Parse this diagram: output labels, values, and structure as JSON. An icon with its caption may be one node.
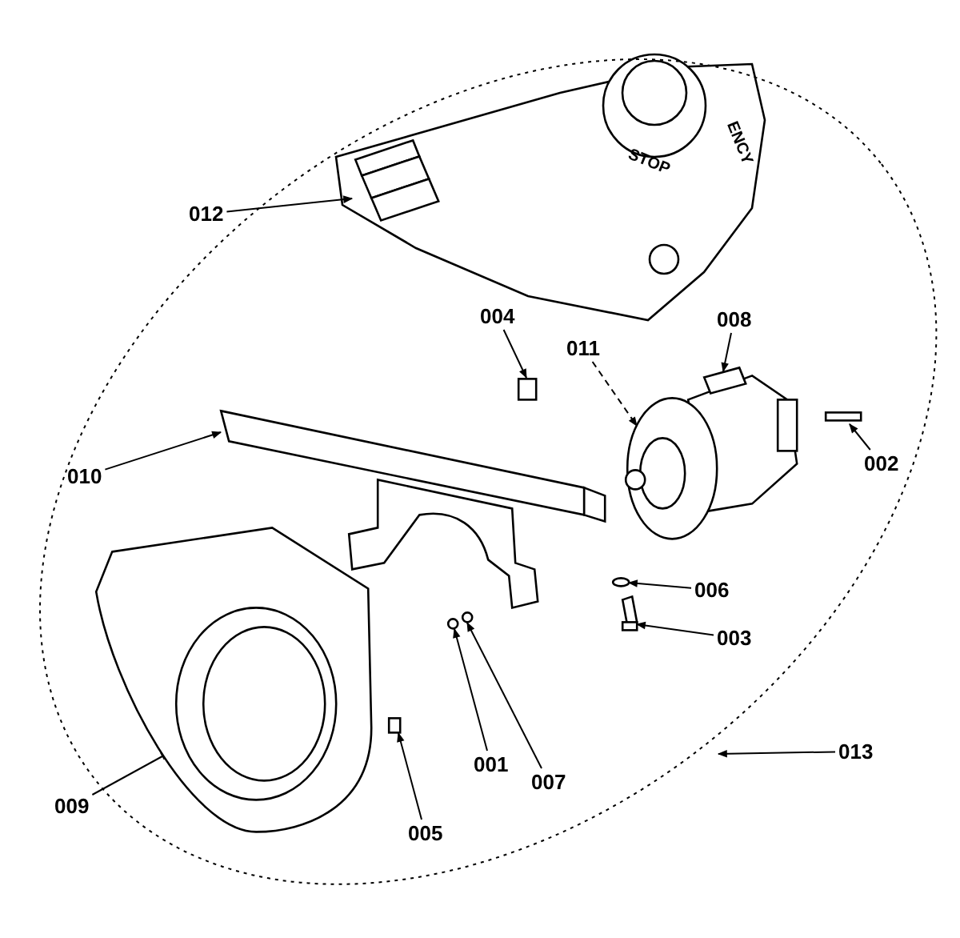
{
  "diagram": {
    "nodes": [
      {
        "text": [],
        "shape": "circle"
      },
      {
        "text": [
          "012"
        ]
      },
      {
        "text": [
          "008"
        ],
        "in": 0
      },
      {
        "text": [
          "004"
        ],
        "in": 0
      },
      {
        "text": [
          "011"
        ],
        "in": 0
      },
      {
        "text": [
          "002"
        ],
        "in": 0
      },
      {
        "text": [
          "010"
        ],
        "in": 0
      },
      {
        "text": [
          "006"
        ],
        "in": 0
      },
      {
        "text": [
          "003"
        ],
        "in": 0
      },
      {
        "text": [
          "013"
        ]
      },
      {
        "text": [
          "001"
        ],
        "in": 0
      },
      {
        "text": [
          "009"
        ]
      },
      {
        "text": [
          "007"
        ],
        "in": 0
      },
      {
        "text": [
          "005"
        ],
        "in": 0
      },
      {
        "text": [],
        "shape": "picture",
        "in": 0
      },
      {
        "text": [],
        "shape": "picture",
        "in": 0
      },
      {
        "text": [],
        "shape": "box",
        "in": 0
      },
      {
        "text": [],
        "shape": "picture",
        "in": 0
      },
      {
        "text": [],
        "shape": "bar",
        "in": 0
      },
      {
        "text": [],
        "shape": "picture",
        "in": 0
      },
      {
        "text": [],
        "shape": "circle",
        "in": 0
      },
      {
        "text": [],
        "shape": "picture",
        "in": 0
      },
      {
        "text": [],
        "shape": "circle",
        "in": 0
      },
      {
        "text": [],
        "shape": "picture",
        "in": 0
      },
      {
        "text": [],
        "shape": "circle",
        "in": 0
      },
      {
        "text": [],
        "shape": "box",
        "in": 0
      }
    ],
    "edges": [
      {
        "from": 1,
        "to": 14,
        "arrow": "to"
      },
      {
        "from": 2,
        "to": 15,
        "arrow": "to"
      },
      {
        "from": 3,
        "to": 16,
        "arrow": "to"
      },
      {
        "from": 4,
        "to": 17,
        "arrow": "to",
        "style": "dashed"
      },
      {
        "from": 5,
        "to": 18,
        "arrow": "to"
      },
      {
        "from": 6,
        "to": 19,
        "arrow": "to"
      },
      {
        "from": 7,
        "to": 20,
        "arrow": "to"
      },
      {
        "from": 8,
        "to": 21,
        "arrow": "to"
      },
      {
        "from": 9,
        "to": 0,
        "arrow": "to"
      },
      {
        "from": 10,
        "to": 22,
        "arrow": "to"
      },
      {
        "from": 11,
        "to": 23,
        "arrow": "to"
      },
      {
        "from": 12,
        "to": 24,
        "arrow": "to"
      },
      {
        "from": 13,
        "to": 25,
        "arrow": "to"
      }
    ],
    "labels": [
      "ENCY",
      "STOP"
    ]
  }
}
